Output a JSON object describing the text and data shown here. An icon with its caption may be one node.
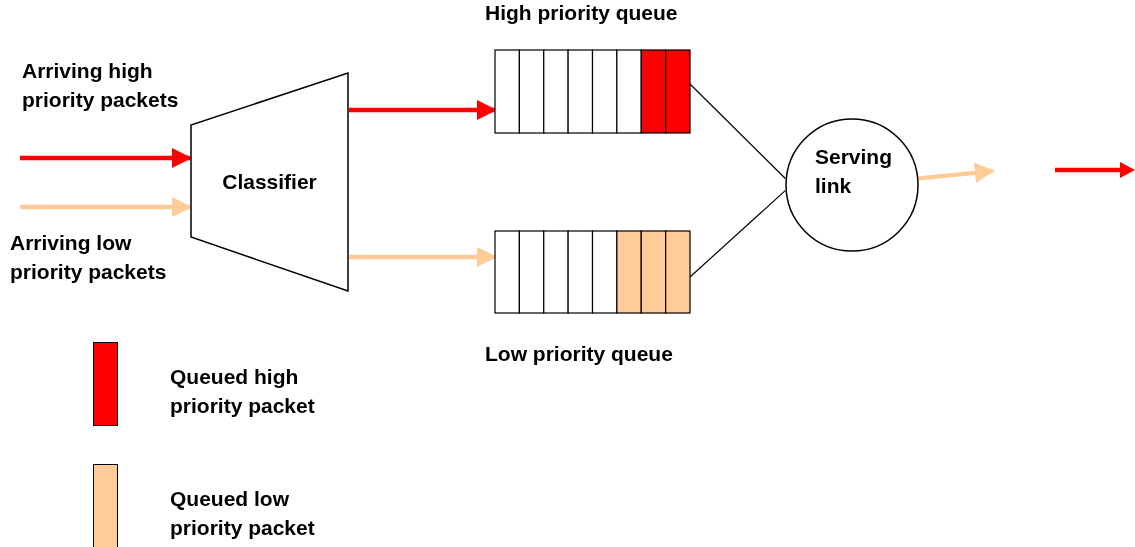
{
  "diagram": {
    "nodes": [
      {
        "text": [
          "Classifier"
        ]
      },
      {
        "text": [
          "High priority queue"
        ]
      },
      {
        "text": [
          "Low priority queue"
        ]
      },
      {
        "text": [
          "Serving link"
        ]
      }
    ],
    "edges": [
      {
        "from": null,
        "to": 0,
        "arrow": "to",
        "color": "#ff0000"
      },
      {
        "from": null,
        "to": 0,
        "arrow": "to",
        "color": "#ffcc99"
      },
      {
        "from": 0,
        "to": 1,
        "arrow": "to",
        "color": "#ff0000"
      },
      {
        "from": 0,
        "to": 2,
        "arrow": "to",
        "color": "#ffcc99"
      },
      {
        "from": 1,
        "to": 3,
        "arrow": "none",
        "color": "#000000"
      },
      {
        "from": 2,
        "to": 3,
        "arrow": "none",
        "color": "#000000"
      },
      {
        "from": 3,
        "to": null,
        "arrow": "to",
        "color": "#ffcc99"
      }
    ],
    "labels": [
      "Arriving high priority packets",
      "Arriving low priority packets"
    ],
    "legend": [
      {
        "text": "Queued high priority packet",
        "color": "#ff0000"
      },
      {
        "text": "Queued low priority packet",
        "color": "#ffcc99"
      }
    ]
  }
}
